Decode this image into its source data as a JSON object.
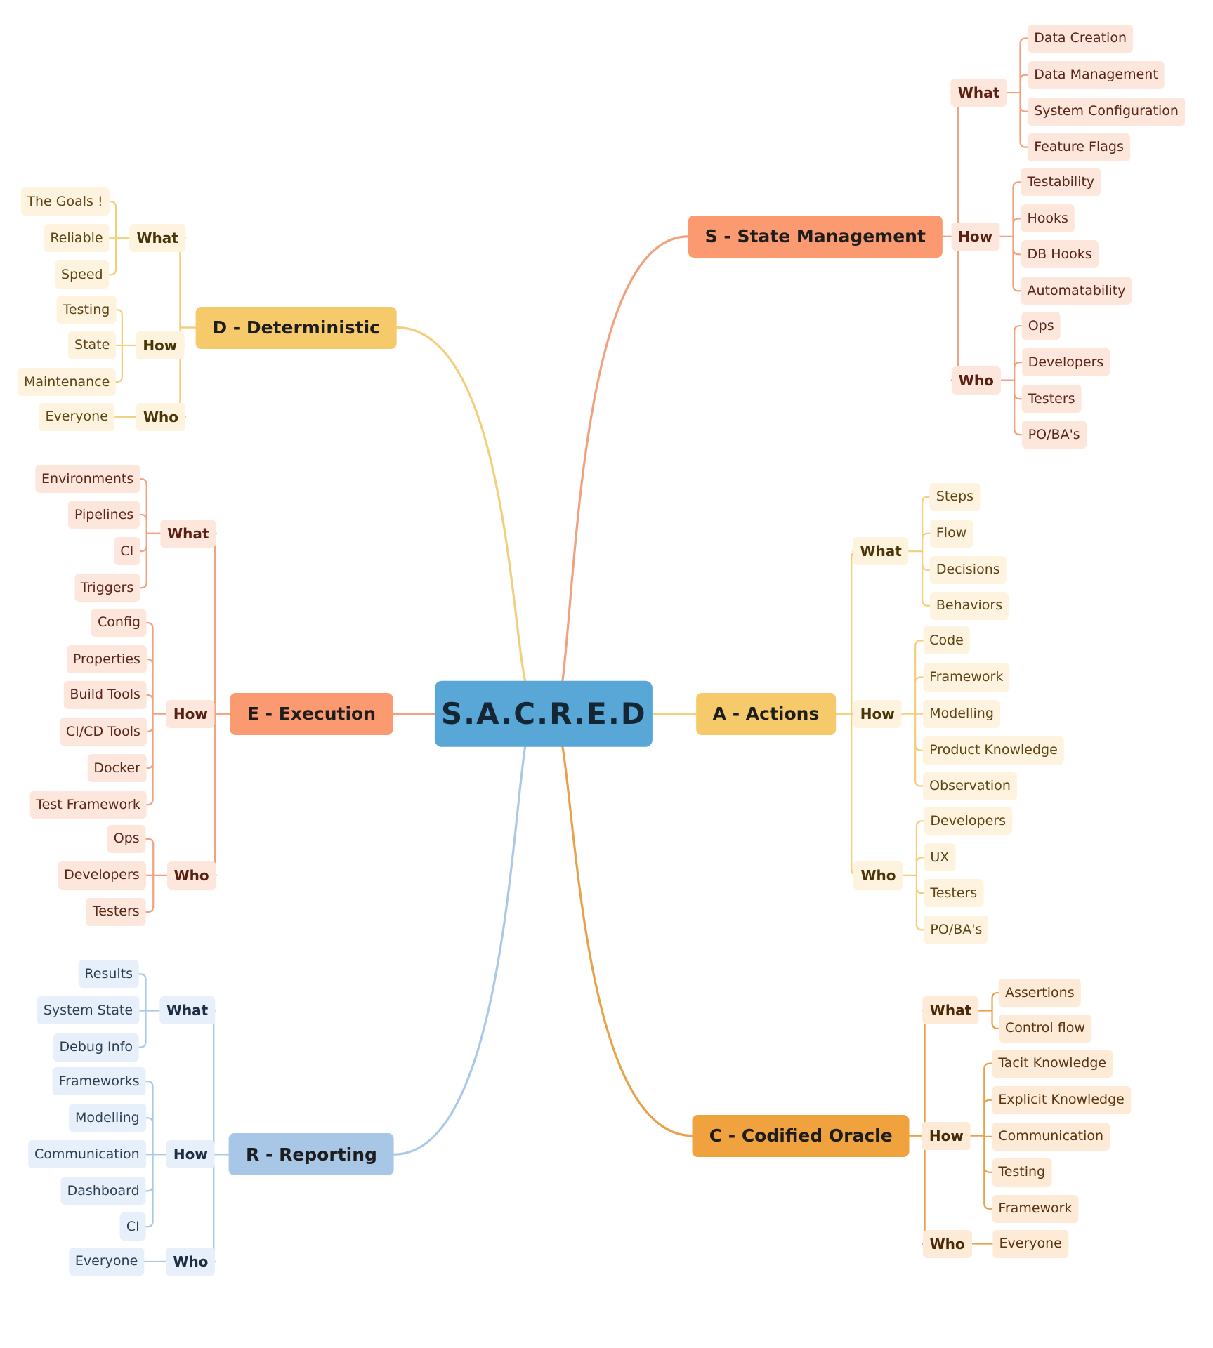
{
  "root": {
    "label": "S.A.C.R.E.D",
    "color": "#58a7d7"
  },
  "palette": {
    "salmon": {
      "main": "#fb9a70",
      "line": "#f2a07e",
      "tag": "#fde7dd",
      "text": "#5a2617",
      "catText": "#5a1f10"
    },
    "yellow": {
      "main": "#f6c96a",
      "line": "#f2cf7c",
      "tag": "#fdf3de",
      "text": "#5e4415",
      "catText": "#4a3508"
    },
    "blue": {
      "main": "#a8c7e7",
      "line": "#abc9e6",
      "tag": "#e7f0fa",
      "text": "#2b3e55",
      "catText": "#1c2d44"
    },
    "orange": {
      "main": "#f0a23f",
      "line": "#e9a24b",
      "tag": "#fdebd8",
      "text": "#5a3410",
      "catText": "#4a2a06"
    }
  },
  "branches": [
    {
      "id": "S",
      "label": "S - State Management",
      "color": "salmon",
      "categories": [
        {
          "label": "What",
          "items": [
            "Data Creation",
            "Data Management",
            "System Configuration",
            "Feature Flags"
          ]
        },
        {
          "label": "How",
          "items": [
            "Testability",
            "Hooks",
            "DB Hooks",
            "Automatability"
          ]
        },
        {
          "label": "Who",
          "items": [
            "Ops",
            "Developers",
            "Testers",
            "PO/BA's"
          ]
        }
      ]
    },
    {
      "id": "A",
      "label": "A - Actions",
      "color": "yellow",
      "categories": [
        {
          "label": "What",
          "items": [
            "Steps",
            "Flow",
            "Decisions",
            "Behaviors"
          ]
        },
        {
          "label": "How",
          "items": [
            "Code",
            "Framework",
            "Modelling",
            "Product Knowledge",
            "Observation"
          ]
        },
        {
          "label": "Who",
          "items": [
            "Developers",
            "UX",
            "Testers",
            "PO/BA's"
          ]
        }
      ]
    },
    {
      "id": "C",
      "label": "C - Codified Oracle",
      "color": "orange",
      "categories": [
        {
          "label": "What",
          "items": [
            "Assertions",
            "Control flow"
          ]
        },
        {
          "label": "How",
          "items": [
            "Tacit Knowledge",
            "Explicit Knowledge",
            "Communication",
            "Testing",
            "Framework"
          ]
        },
        {
          "label": "Who",
          "items": [
            "Everyone"
          ]
        }
      ]
    },
    {
      "id": "D",
      "label": "D - Deterministic",
      "color": "yellow",
      "categories": [
        {
          "label": "What",
          "items": [
            "The Goals !",
            "Reliable",
            "Speed"
          ]
        },
        {
          "label": "How",
          "items": [
            "Testing",
            "State",
            "Maintenance"
          ]
        },
        {
          "label": "Who",
          "items": [
            "Everyone"
          ]
        }
      ]
    },
    {
      "id": "E",
      "label": "E - Execution",
      "color": "salmon",
      "categories": [
        {
          "label": "What",
          "items": [
            "Environments",
            "Pipelines",
            "CI",
            "Triggers"
          ]
        },
        {
          "label": "How",
          "items": [
            "Config",
            "Properties",
            "Build Tools",
            "CI/CD Tools",
            "Docker",
            "Test Framework"
          ]
        },
        {
          "label": "Who",
          "items": [
            "Ops",
            "Developers",
            "Testers"
          ]
        }
      ]
    },
    {
      "id": "R",
      "label": "R - Reporting",
      "color": "blue",
      "categories": [
        {
          "label": "What",
          "items": [
            "Results",
            "System State",
            "Debug Info"
          ]
        },
        {
          "label": "How",
          "items": [
            "Frameworks",
            "Modelling",
            "Communication",
            "Dashboard",
            "CI"
          ]
        },
        {
          "label": "Who",
          "items": [
            "Everyone"
          ]
        }
      ]
    }
  ]
}
